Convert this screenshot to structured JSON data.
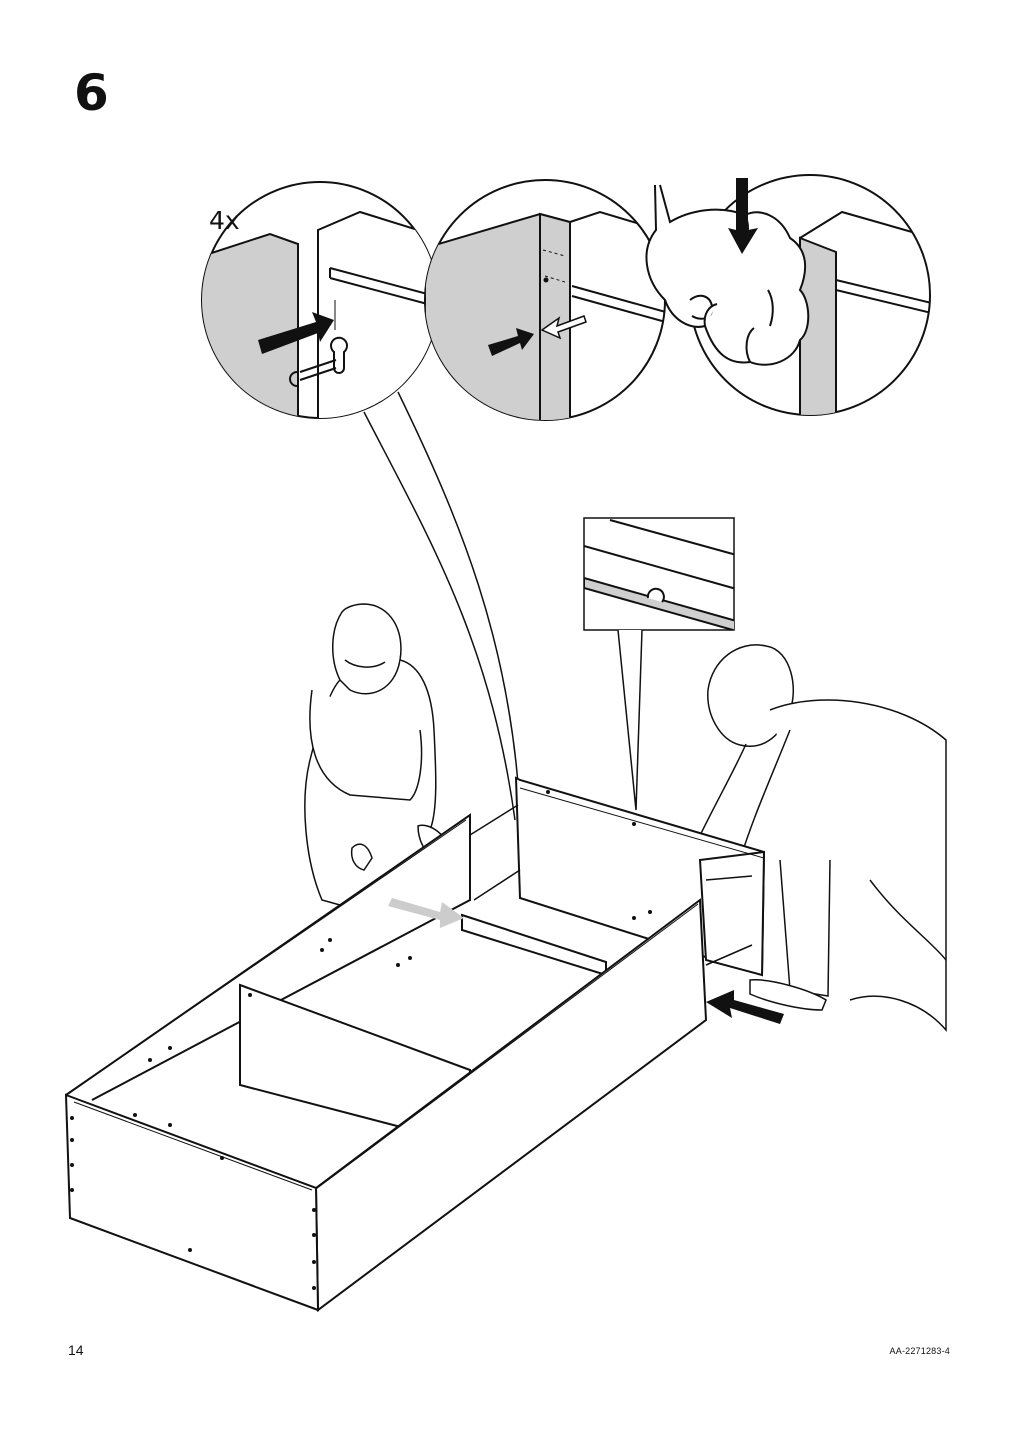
{
  "page": {
    "step_number": "6",
    "page_number": "14",
    "document_code": "AA-2271283-4"
  },
  "callouts": {
    "quantity_label": "4x"
  },
  "colors": {
    "line": "#111111",
    "panel_gray": "#cfcfcf",
    "light_arrow": "#cccccc",
    "background": "#ffffff"
  },
  "icons": [
    "push-arrow-icon",
    "hand-press-icon",
    "press-down-arrow-icon",
    "hollow-arrow-icon"
  ]
}
